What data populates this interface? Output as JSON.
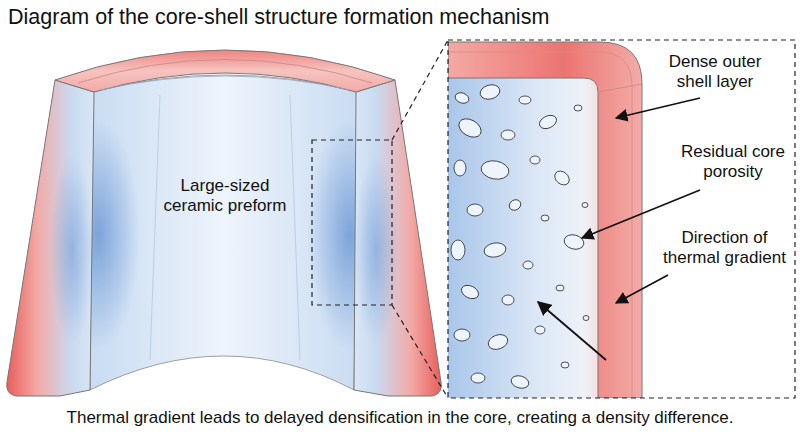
{
  "diagram": {
    "title": "Diagram of the core-shell structure formation mechanism",
    "caption": "Thermal gradient leads to delayed densification in the core, creating a density difference.",
    "nodes": [
      {
        "text": [
          "Large-sized ceramic preform"
        ]
      }
    ],
    "labels": [
      "Dense outer shell layer",
      "Residual core porosity",
      "Direction of thermal gradient"
    ]
  }
}
